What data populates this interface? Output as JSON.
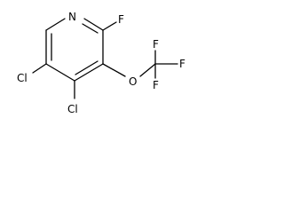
{
  "molecule": {
    "atoms": {
      "ring_nitrogen": "N",
      "fluorine_ring": "F",
      "ether_oxygen": "O",
      "fluorine_cf3_top": "F",
      "fluorine_cf3_right": "F",
      "fluorine_cf3_bottom": "F",
      "chlorine_c5": "Cl",
      "chlorine_c4": "Cl"
    }
  }
}
